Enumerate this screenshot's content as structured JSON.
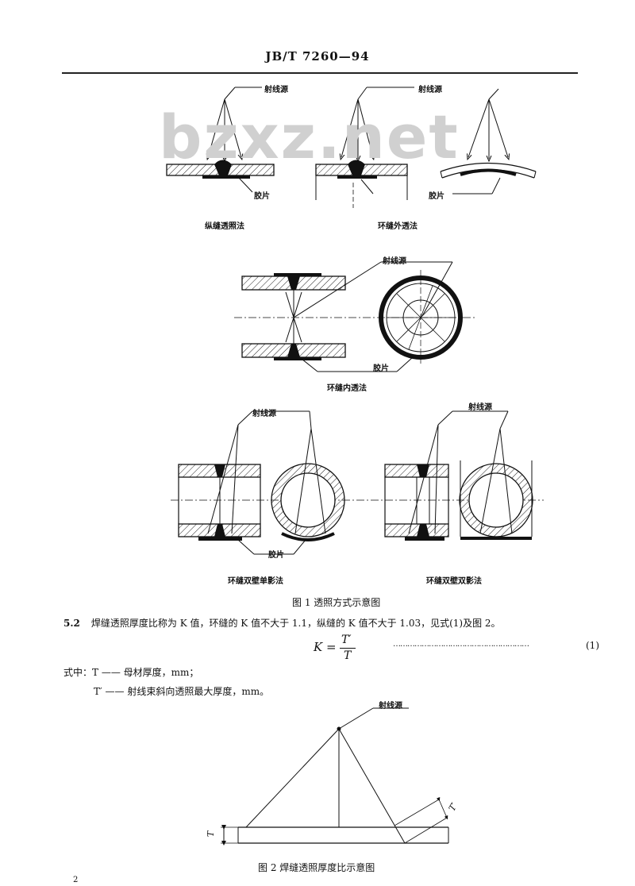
{
  "header": {
    "code": "JB/T  7260—94"
  },
  "watermark": "bzxz.net",
  "figure1": {
    "labels": {
      "source": "射线源",
      "film": "胶片"
    },
    "sub_captions": {
      "longitudinal": "纵缝透照法",
      "circ_outer": "环缝外透法",
      "circ_inner": "环缝内透法",
      "double_wall_single": "环缝双壁单影法",
      "double_wall_double": "环缝双壁双影法"
    },
    "caption": "图 1   透照方式示意图"
  },
  "section": {
    "number": "5.2",
    "text": "焊缝透照厚度比称为 K 值，环缝的 K 值不大于 1.1，纵缝的 K 值不大于 1.03，见式(1)及图 2。"
  },
  "formula": {
    "lhs": "K =",
    "numerator": "T′",
    "denominator": "T",
    "dots": "…………………………………………………",
    "number": "(1)"
  },
  "where": {
    "intro": "式中：",
    "line1": "T —— 母材厚度，mm；",
    "line2": "T′ —— 射线束斜向透照最大厚度，mm。"
  },
  "figure2": {
    "source_label": "射线源",
    "t_label": "T",
    "t_prime_label": "T′",
    "caption": "图 2   焊缝透照厚度比示意图"
  },
  "page_number": "2"
}
